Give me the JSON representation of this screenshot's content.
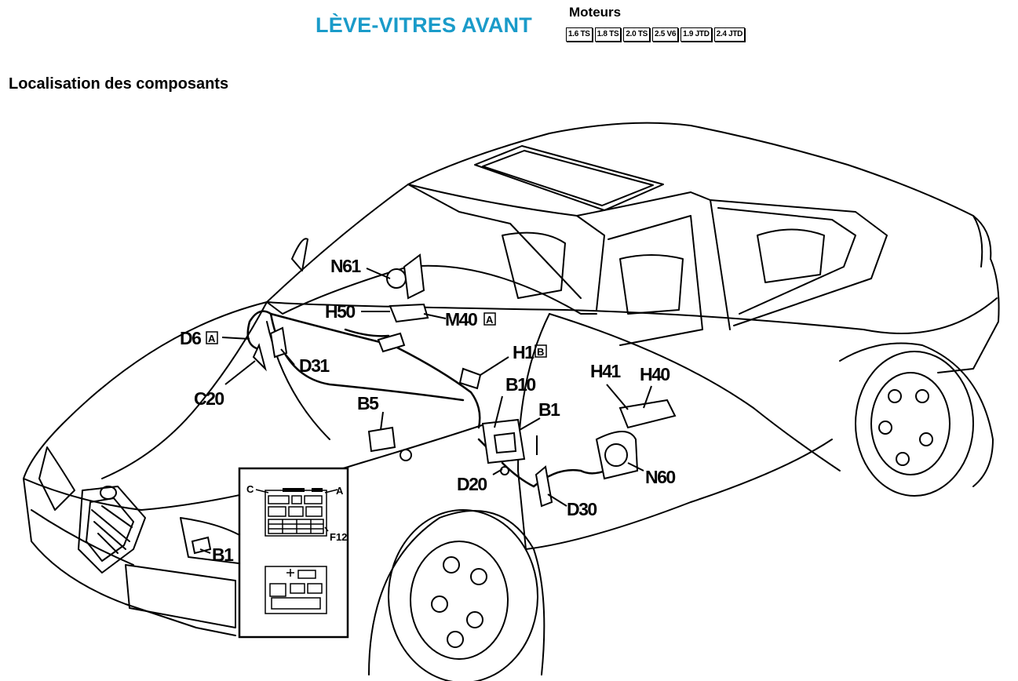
{
  "header": {
    "title": "LÈVE-VITRES AVANT",
    "title_color": "#1a9bc9",
    "engines_label": "Moteurs",
    "engines": [
      "1.6 TS",
      "1.8 TS",
      "2.0 TS",
      "2.5 V6",
      "1.9 JTD",
      "2.4 JTD"
    ]
  },
  "section_title": "Localisation des composants",
  "diagram": {
    "components": {
      "n61": "N61",
      "h50": "H50",
      "m40": "M40",
      "m40_tag": "A",
      "d6": "D6",
      "d6_tag": "A",
      "d31": "D31",
      "c20": "C20",
      "h1": "H1",
      "h1_tag": "B",
      "b10": "B10",
      "b5": "B5",
      "b1_door": "B1",
      "h41": "H41",
      "h40": "H40",
      "n60": "N60",
      "d20": "D20",
      "d30": "D30",
      "b1_front": "B1"
    },
    "fuse_box": {
      "left_label": "C",
      "right_label": "A",
      "fuse_label": "F12"
    }
  }
}
